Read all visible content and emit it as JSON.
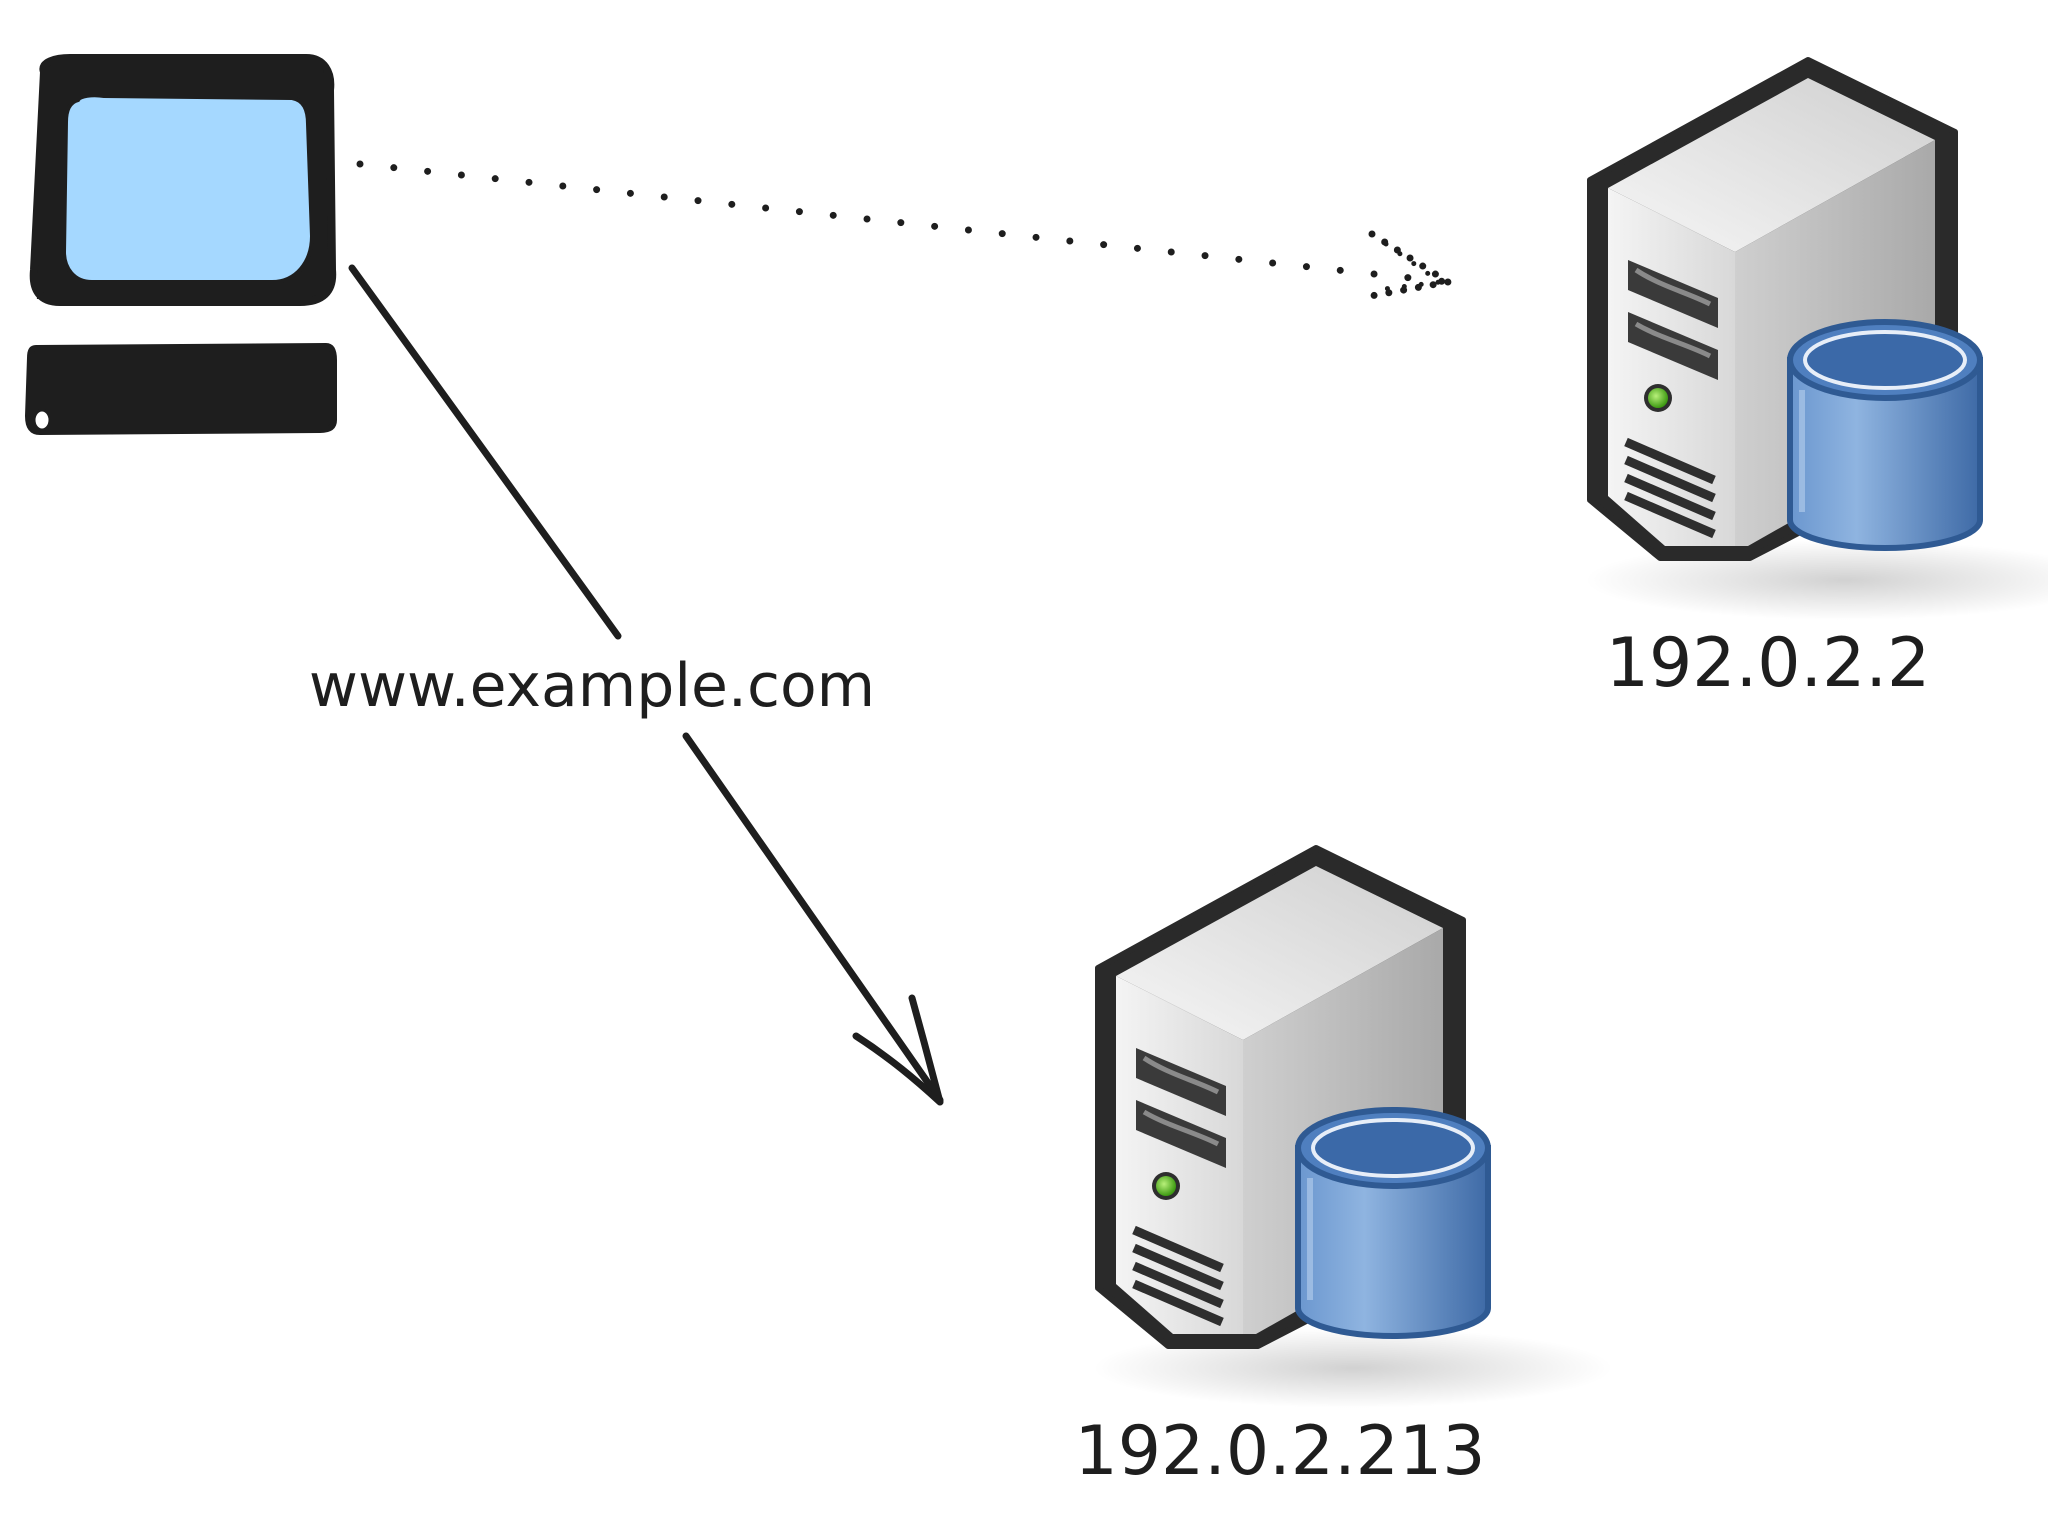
{
  "diagram": {
    "link_label": "www.example.com",
    "nodes": {
      "client": {
        "icon": "computer-icon"
      },
      "server_top": {
        "icon": "database-server-icon",
        "label": "192.0.2.2"
      },
      "server_bottom": {
        "icon": "database-server-icon",
        "label": "192.0.2.213"
      }
    },
    "edges": [
      {
        "from": "client",
        "to": "server_top",
        "style": "dotted"
      },
      {
        "from": "client",
        "to": "server_bottom",
        "style": "solid"
      }
    ],
    "colors": {
      "ink": "#1e1e1e",
      "screen": "#a5d8ff",
      "server_body": "#e6e6e6",
      "cylinder": "#4a7ab8",
      "led": "#4caf1c"
    }
  }
}
